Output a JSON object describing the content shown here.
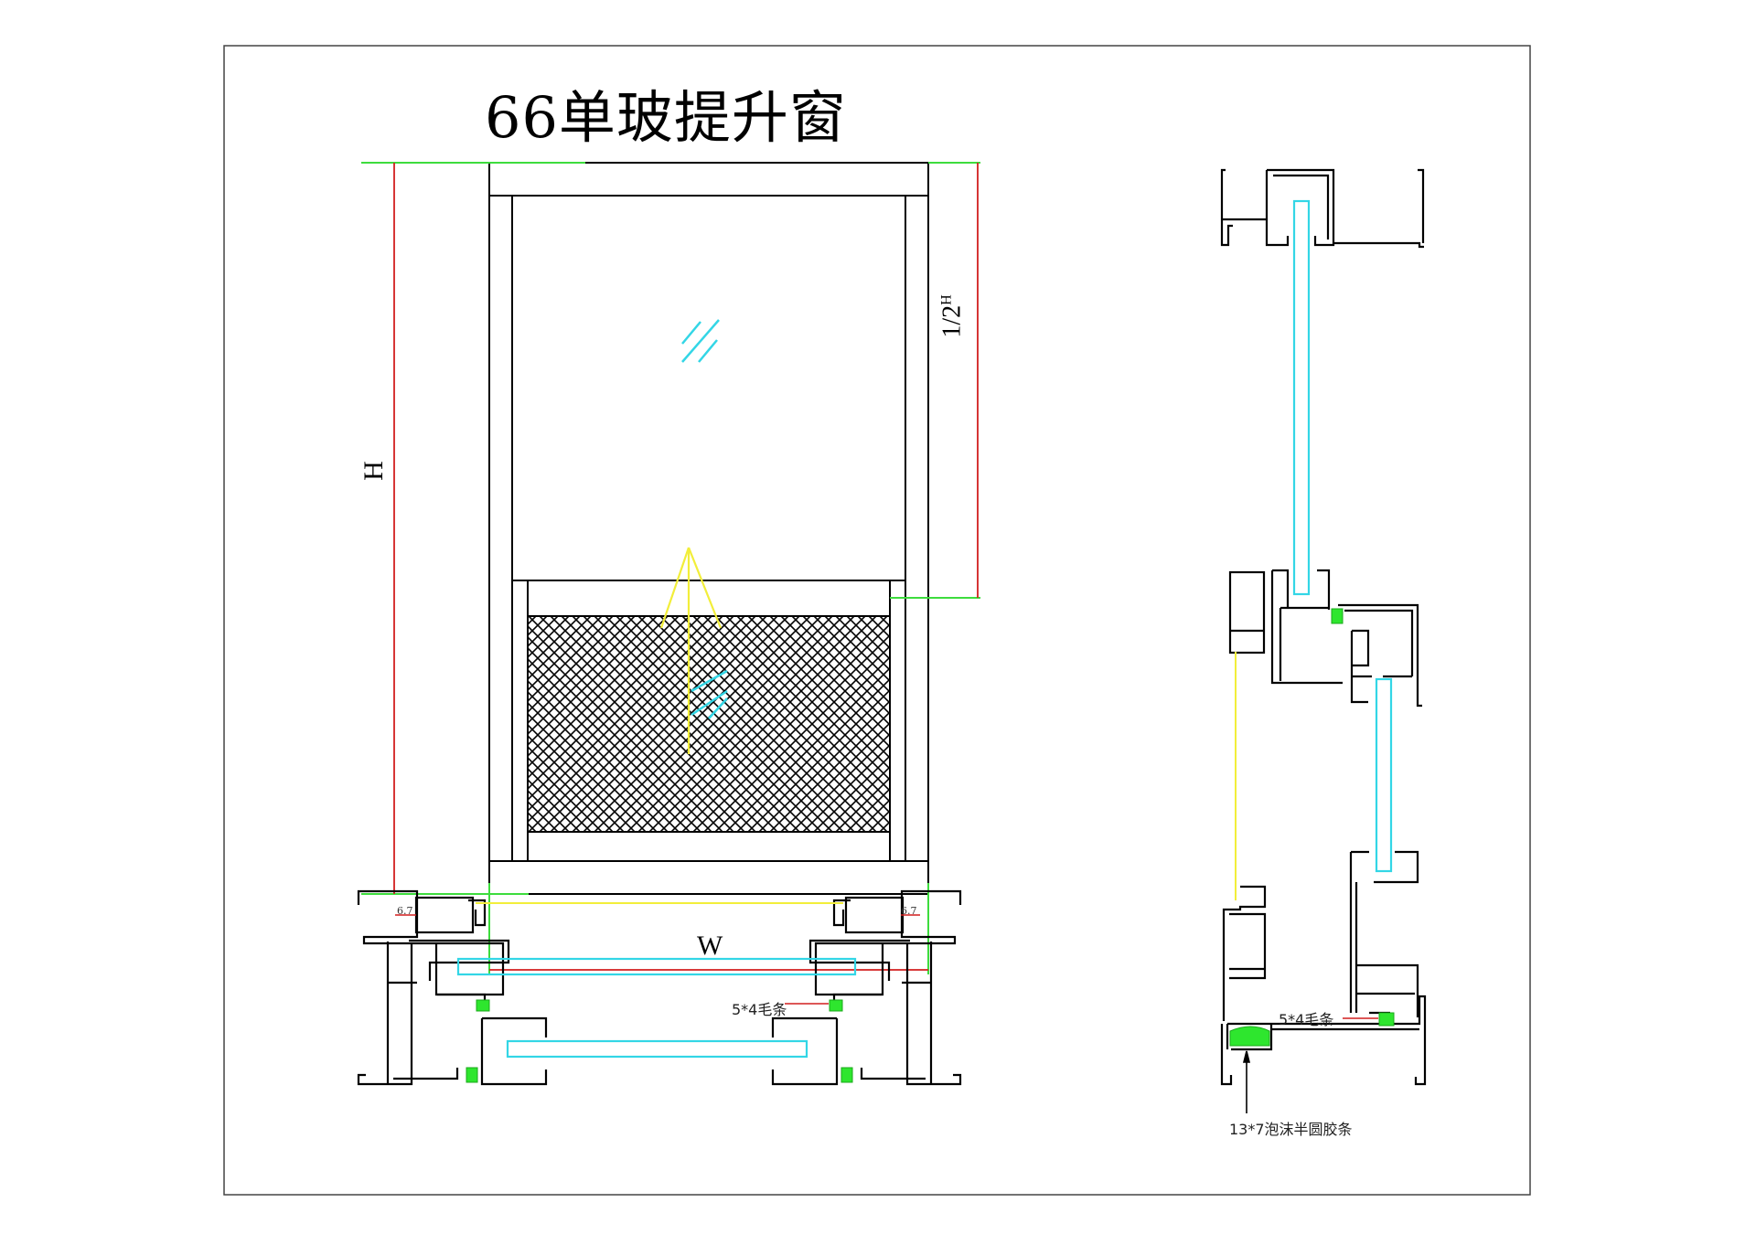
{
  "title": "66单玻提升窗",
  "dimensions": {
    "height_label": "H",
    "width_label": "W",
    "half_height_label_num": "1",
    "half_height_label_den": "2",
    "half_height_label_var": "H"
  },
  "annotations": {
    "brush_strip_bottom": "5*4毛条",
    "brush_strip_side": "5*4毛条",
    "foam_gasket": "13*7泡沫半圆胶条",
    "gap_left": "6.7",
    "gap_right": "6.7"
  },
  "colors": {
    "frame_line": "#000000",
    "dimension_line": "#d21f1f",
    "extension_line": "#3ddc3d",
    "glass": "#33d6e6",
    "motion_arrow": "#f2ee3a",
    "gasket": "#2ee62e",
    "border": "#444444"
  }
}
